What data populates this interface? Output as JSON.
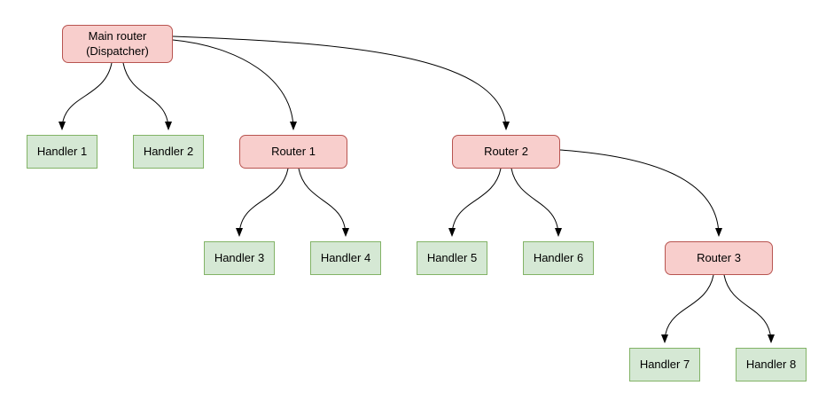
{
  "diagram": {
    "colors": {
      "router_fill": "#f8cecc",
      "router_stroke": "#b85450",
      "handler_fill": "#d5e8d4",
      "handler_stroke": "#82b366",
      "edge_color": "#000000",
      "background": "#ffffff"
    },
    "nodes": {
      "main_router": {
        "label": "Main router\n(Dispatcher)",
        "type": "router"
      },
      "handler1": {
        "label": "Handler 1",
        "type": "handler"
      },
      "handler2": {
        "label": "Handler 2",
        "type": "handler"
      },
      "router1": {
        "label": "Router 1",
        "type": "router"
      },
      "router2": {
        "label": "Router 2",
        "type": "router"
      },
      "handler3": {
        "label": "Handler 3",
        "type": "handler"
      },
      "handler4": {
        "label": "Handler 4",
        "type": "handler"
      },
      "handler5": {
        "label": "Handler 5",
        "type": "handler"
      },
      "handler6": {
        "label": "Handler 6",
        "type": "handler"
      },
      "router3": {
        "label": "Router 3",
        "type": "router"
      },
      "handler7": {
        "label": "Handler 7",
        "type": "handler"
      },
      "handler8": {
        "label": "Handler 8",
        "type": "handler"
      }
    },
    "edges": [
      {
        "from": "main_router",
        "to": "handler1"
      },
      {
        "from": "main_router",
        "to": "handler2"
      },
      {
        "from": "main_router",
        "to": "router1"
      },
      {
        "from": "main_router",
        "to": "router2"
      },
      {
        "from": "router1",
        "to": "handler3"
      },
      {
        "from": "router1",
        "to": "handler4"
      },
      {
        "from": "router2",
        "to": "handler5"
      },
      {
        "from": "router2",
        "to": "handler6"
      },
      {
        "from": "router2",
        "to": "router3"
      },
      {
        "from": "router3",
        "to": "handler7"
      },
      {
        "from": "router3",
        "to": "handler8"
      }
    ]
  }
}
